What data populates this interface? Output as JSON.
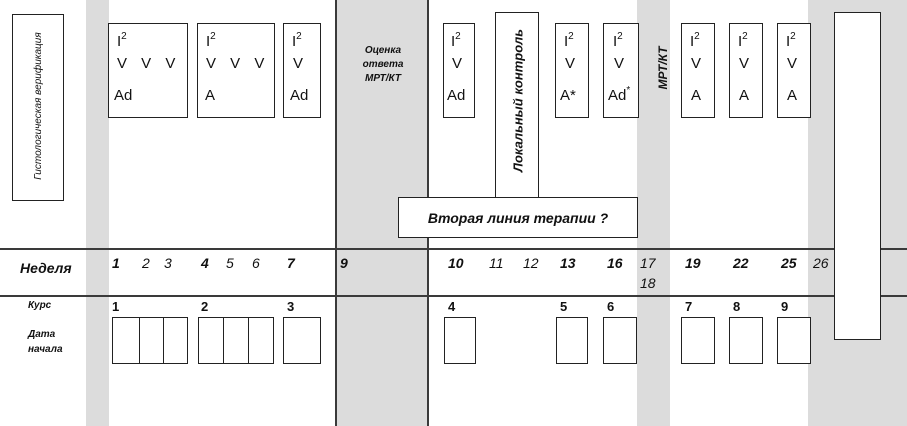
{
  "labels": {
    "verification": "Гистологическая верификация",
    "assessment": "Оценка ответа МРТ/КТ",
    "local_control": "Локальный контроль",
    "mri_ct": "МРТ/КТ",
    "second_line": "Вторая линия терапии ?",
    "week_header": "Неделя",
    "course_header": "Курс",
    "start_date_header": "Дата начала"
  },
  "cycles": [
    {
      "rows": [
        "I",
        "V V V",
        "Ad"
      ],
      "sup": "2"
    },
    {
      "rows": [
        "I",
        "V V V",
        "A"
      ],
      "sup": "2"
    },
    {
      "rows": [
        "I",
        "V",
        "Ad"
      ],
      "sup": "2"
    },
    {
      "rows": [
        "I",
        "V",
        "Ad"
      ],
      "sup": "2"
    },
    {
      "rows": [
        "I",
        "V",
        "A*"
      ],
      "sup": "2"
    },
    {
      "rows": [
        "I",
        "V",
        "Ad"
      ],
      "sup": "2",
      "sup2": "*"
    },
    {
      "rows": [
        "I",
        "V",
        "A"
      ],
      "sup": "2"
    },
    {
      "rows": [
        "I",
        "V",
        "A"
      ],
      "sup": "2"
    },
    {
      "rows": [
        "I",
        "V",
        "A"
      ],
      "sup": "2"
    }
  ],
  "weeks": [
    {
      "n": "1",
      "bold": true
    },
    {
      "n": "2",
      "bold": false
    },
    {
      "n": "3",
      "bold": false
    },
    {
      "n": "4",
      "bold": true
    },
    {
      "n": "5",
      "bold": false
    },
    {
      "n": "6",
      "bold": false
    },
    {
      "n": "7",
      "bold": true
    },
    {
      "n": "9",
      "bold": true
    },
    {
      "n": "10",
      "bold": true
    },
    {
      "n": "11",
      "bold": false
    },
    {
      "n": "12",
      "bold": false
    },
    {
      "n": "13",
      "bold": true
    },
    {
      "n": "16",
      "bold": true
    },
    {
      "n": "17",
      "bold": false
    },
    {
      "n": "18",
      "bold": false
    },
    {
      "n": "19",
      "bold": true
    },
    {
      "n": "22",
      "bold": true
    },
    {
      "n": "25",
      "bold": true
    },
    {
      "n": "26",
      "bold": false
    }
  ],
  "courses": [
    "1",
    "2",
    "3",
    "4",
    "5",
    "6",
    "7",
    "8",
    "9"
  ]
}
